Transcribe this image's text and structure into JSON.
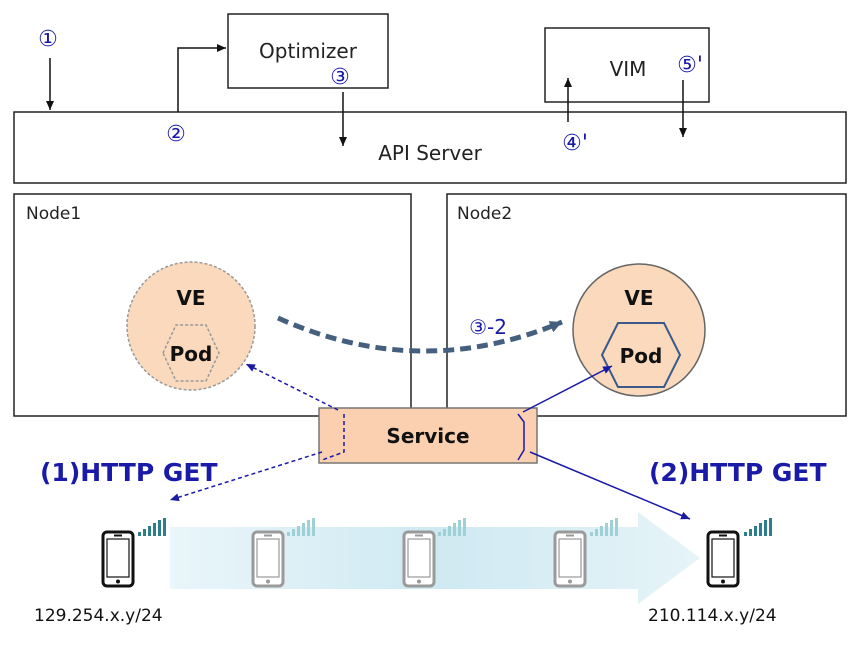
{
  "circled": {
    "c1": "①",
    "c2": "②",
    "c3": "③",
    "c4p": "④'",
    "c5p": "⑤'"
  },
  "optimizer": {
    "label": "Optimizer"
  },
  "vim": {
    "label": "VIM"
  },
  "api_server": {
    "label": "API Server"
  },
  "node1": {
    "label": "Node1",
    "ve": "VE",
    "pod": "Pod"
  },
  "node2": {
    "label": "Node2",
    "ve": "VE",
    "pod": "Pod"
  },
  "migration": {
    "label": "③-2"
  },
  "service": {
    "label": "Service"
  },
  "requests": {
    "left": "(1)HTTP GET",
    "right": "(2)HTTP GET"
  },
  "ips": {
    "left": "129.254.x.y/24",
    "right": "210.114.x.y/24"
  },
  "colors": {
    "ve_fill": "#fad9bc",
    "service_fill": "#fad0b0",
    "accent_blue": "#1a1aa8",
    "hex_stroke": "#3a5a8a",
    "migration_arrow": "#44607e",
    "signal_teal": "#2a7f88",
    "arrow_band": "#dcf0f6"
  }
}
